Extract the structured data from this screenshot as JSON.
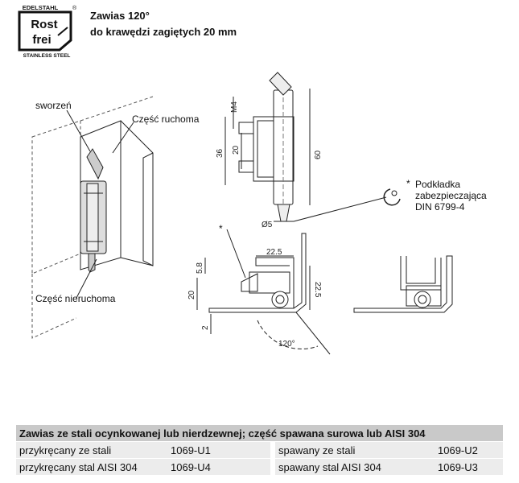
{
  "logo": {
    "top_text": "EDELSTAHL",
    "word1": "Rost",
    "word2": "frei",
    "bottom_text": "STAINLESS STEEL",
    "registered": "®"
  },
  "title": {
    "line1": "Zawias 120°",
    "line2": "do krawędzi zagiętych 20 mm"
  },
  "labels": {
    "pin": "sworzeń",
    "moving_part": "Część ruchoma",
    "fixed_part": "Część nieruchoma",
    "asterisk": "*",
    "washer_line1": "Podkładka",
    "washer_line2": "zabezpieczająca",
    "washer_line3": "DIN 6799-4"
  },
  "dimensions": {
    "m4": "M4",
    "d36": "36",
    "d20a": "20",
    "d60": "60",
    "d5": "Ø5",
    "d22_5a": "22.5",
    "d5_8": "5.8",
    "d20b": "20",
    "d22_5b": "22.5",
    "d2": "2",
    "angle": "120°"
  },
  "table": {
    "header": "Zawias ze stali ocynkowanej lub nierdzewnej; część spawana surowa lub AISI 304",
    "rows": [
      {
        "desc1": "przykręcany ze stali",
        "code1": "1069-U1",
        "desc2": "spawany ze stali",
        "code2": "1069-U2"
      },
      {
        "desc1": "przykręcany stal AISI 304",
        "code1": "1069-U4",
        "desc2": "spawany stal AISI 304",
        "code2": "1069-U3"
      }
    ]
  }
}
